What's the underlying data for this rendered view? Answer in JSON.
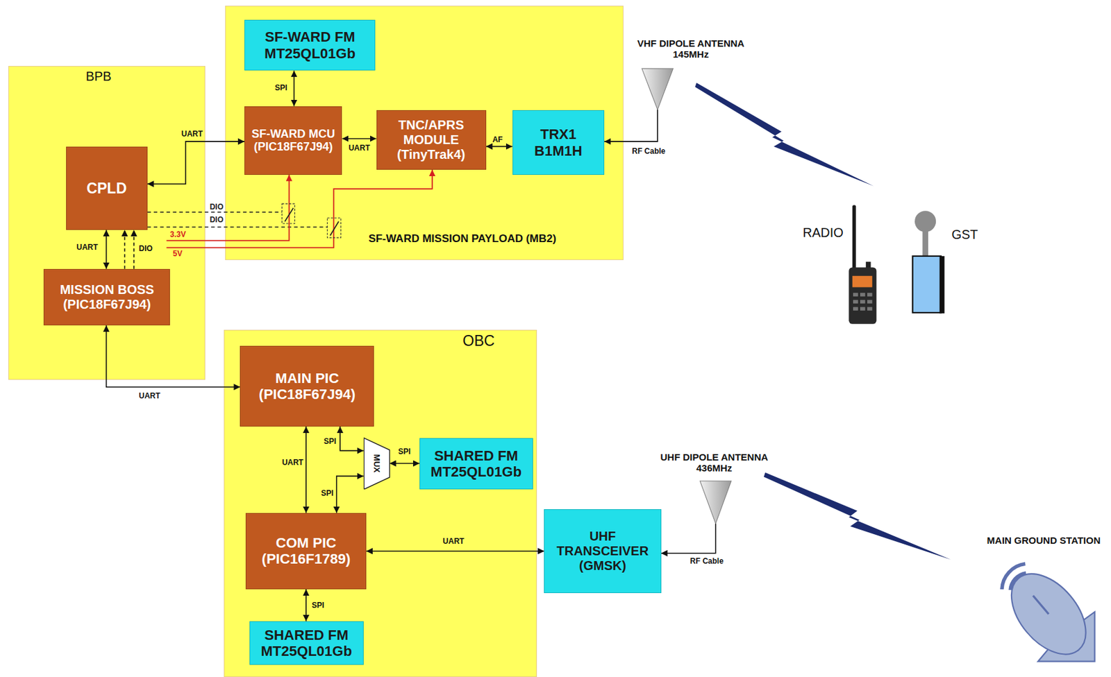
{
  "diagram": {
    "nodes": [
      {
        "text": [
          "SF-WARD MISSION PAYLOAD (MB2)"
        ]
      },
      {
        "text": [
          "SF-WARD FM MT25QL01Gb"
        ],
        "in": 0
      },
      {
        "text": [
          "SF-WARD MCU (PIC18F67J94)"
        ],
        "in": 0
      },
      {
        "text": [
          "TNC/APRS MODULE (TinyTrak4)"
        ],
        "in": 0
      },
      {
        "text": [
          "TRX1 B1M1H"
        ],
        "in": 0
      },
      {
        "text": [
          "BPB"
        ]
      },
      {
        "text": [
          "CPLD"
        ],
        "in": 5
      },
      {
        "text": [
          "MISSION BOSS (PIC18F67J94)"
        ],
        "in": 5
      },
      {
        "text": [
          "OBC"
        ]
      },
      {
        "text": [
          "MAIN PIC (PIC18F67J94)"
        ],
        "in": 8
      },
      {
        "text": [
          "MUX"
        ],
        "in": 8
      },
      {
        "text": [
          "SHARED FM MT25QL01Gb"
        ],
        "in": 8
      },
      {
        "text": [
          "COM PIC (PIC16F1789)"
        ],
        "in": 8
      },
      {
        "text": [
          "SHARED FM MT25QL01Gb"
        ],
        "in": 8
      },
      {
        "text": [
          "UHF TRANSCEIVER (GMSK)"
        ]
      },
      {
        "text": [
          "VHF DIPOLE ANTENNA 145MHz"
        ]
      },
      {
        "text": [
          "RADIO"
        ]
      },
      {
        "text": [
          "GST"
        ]
      },
      {
        "text": [
          "UHF DIPOLE ANTENNA 436MHz"
        ]
      },
      {
        "text": [
          "MAIN GROUND STATION"
        ]
      }
    ],
    "edges": [
      {
        "from": 1,
        "to": 2,
        "arrow": "both",
        "label": "SPI"
      },
      {
        "from": 2,
        "to": 3,
        "arrow": "both",
        "label": "UART"
      },
      {
        "from": 3,
        "to": 4,
        "arrow": "both",
        "label": "AF"
      },
      {
        "from": 15,
        "to": 4,
        "arrow": "to",
        "label": "RF Cable"
      },
      {
        "from": 6,
        "to": 2,
        "arrow": "both",
        "label": "UART"
      },
      {
        "from": 7,
        "to": 6,
        "arrow": "both",
        "label": "UART"
      },
      {
        "from": 7,
        "to": 6,
        "arrow": "to",
        "label": "DIO"
      },
      {
        "from": 7,
        "to": 6,
        "arrow": "to"
      },
      {
        "from": 7,
        "to": 9,
        "arrow": "both",
        "label": "UART"
      },
      {
        "from": 9,
        "to": 12,
        "arrow": "both",
        "label": "UART"
      },
      {
        "from": 9,
        "to": 10,
        "arrow": "both",
        "label": "SPI"
      },
      {
        "from": 12,
        "to": 10,
        "arrow": "both",
        "label": "SPI"
      },
      {
        "from": 10,
        "to": 11,
        "arrow": "both",
        "label": "SPI"
      },
      {
        "from": 12,
        "to": 13,
        "arrow": "both",
        "label": "SPI"
      },
      {
        "from": 12,
        "to": 14,
        "arrow": "both",
        "label": "UART"
      },
      {
        "from": 18,
        "to": 14,
        "arrow": "to",
        "label": "RF Cable"
      }
    ],
    "labels": [
      "DIO",
      "DIO",
      "3.3V",
      "5V"
    ]
  }
}
